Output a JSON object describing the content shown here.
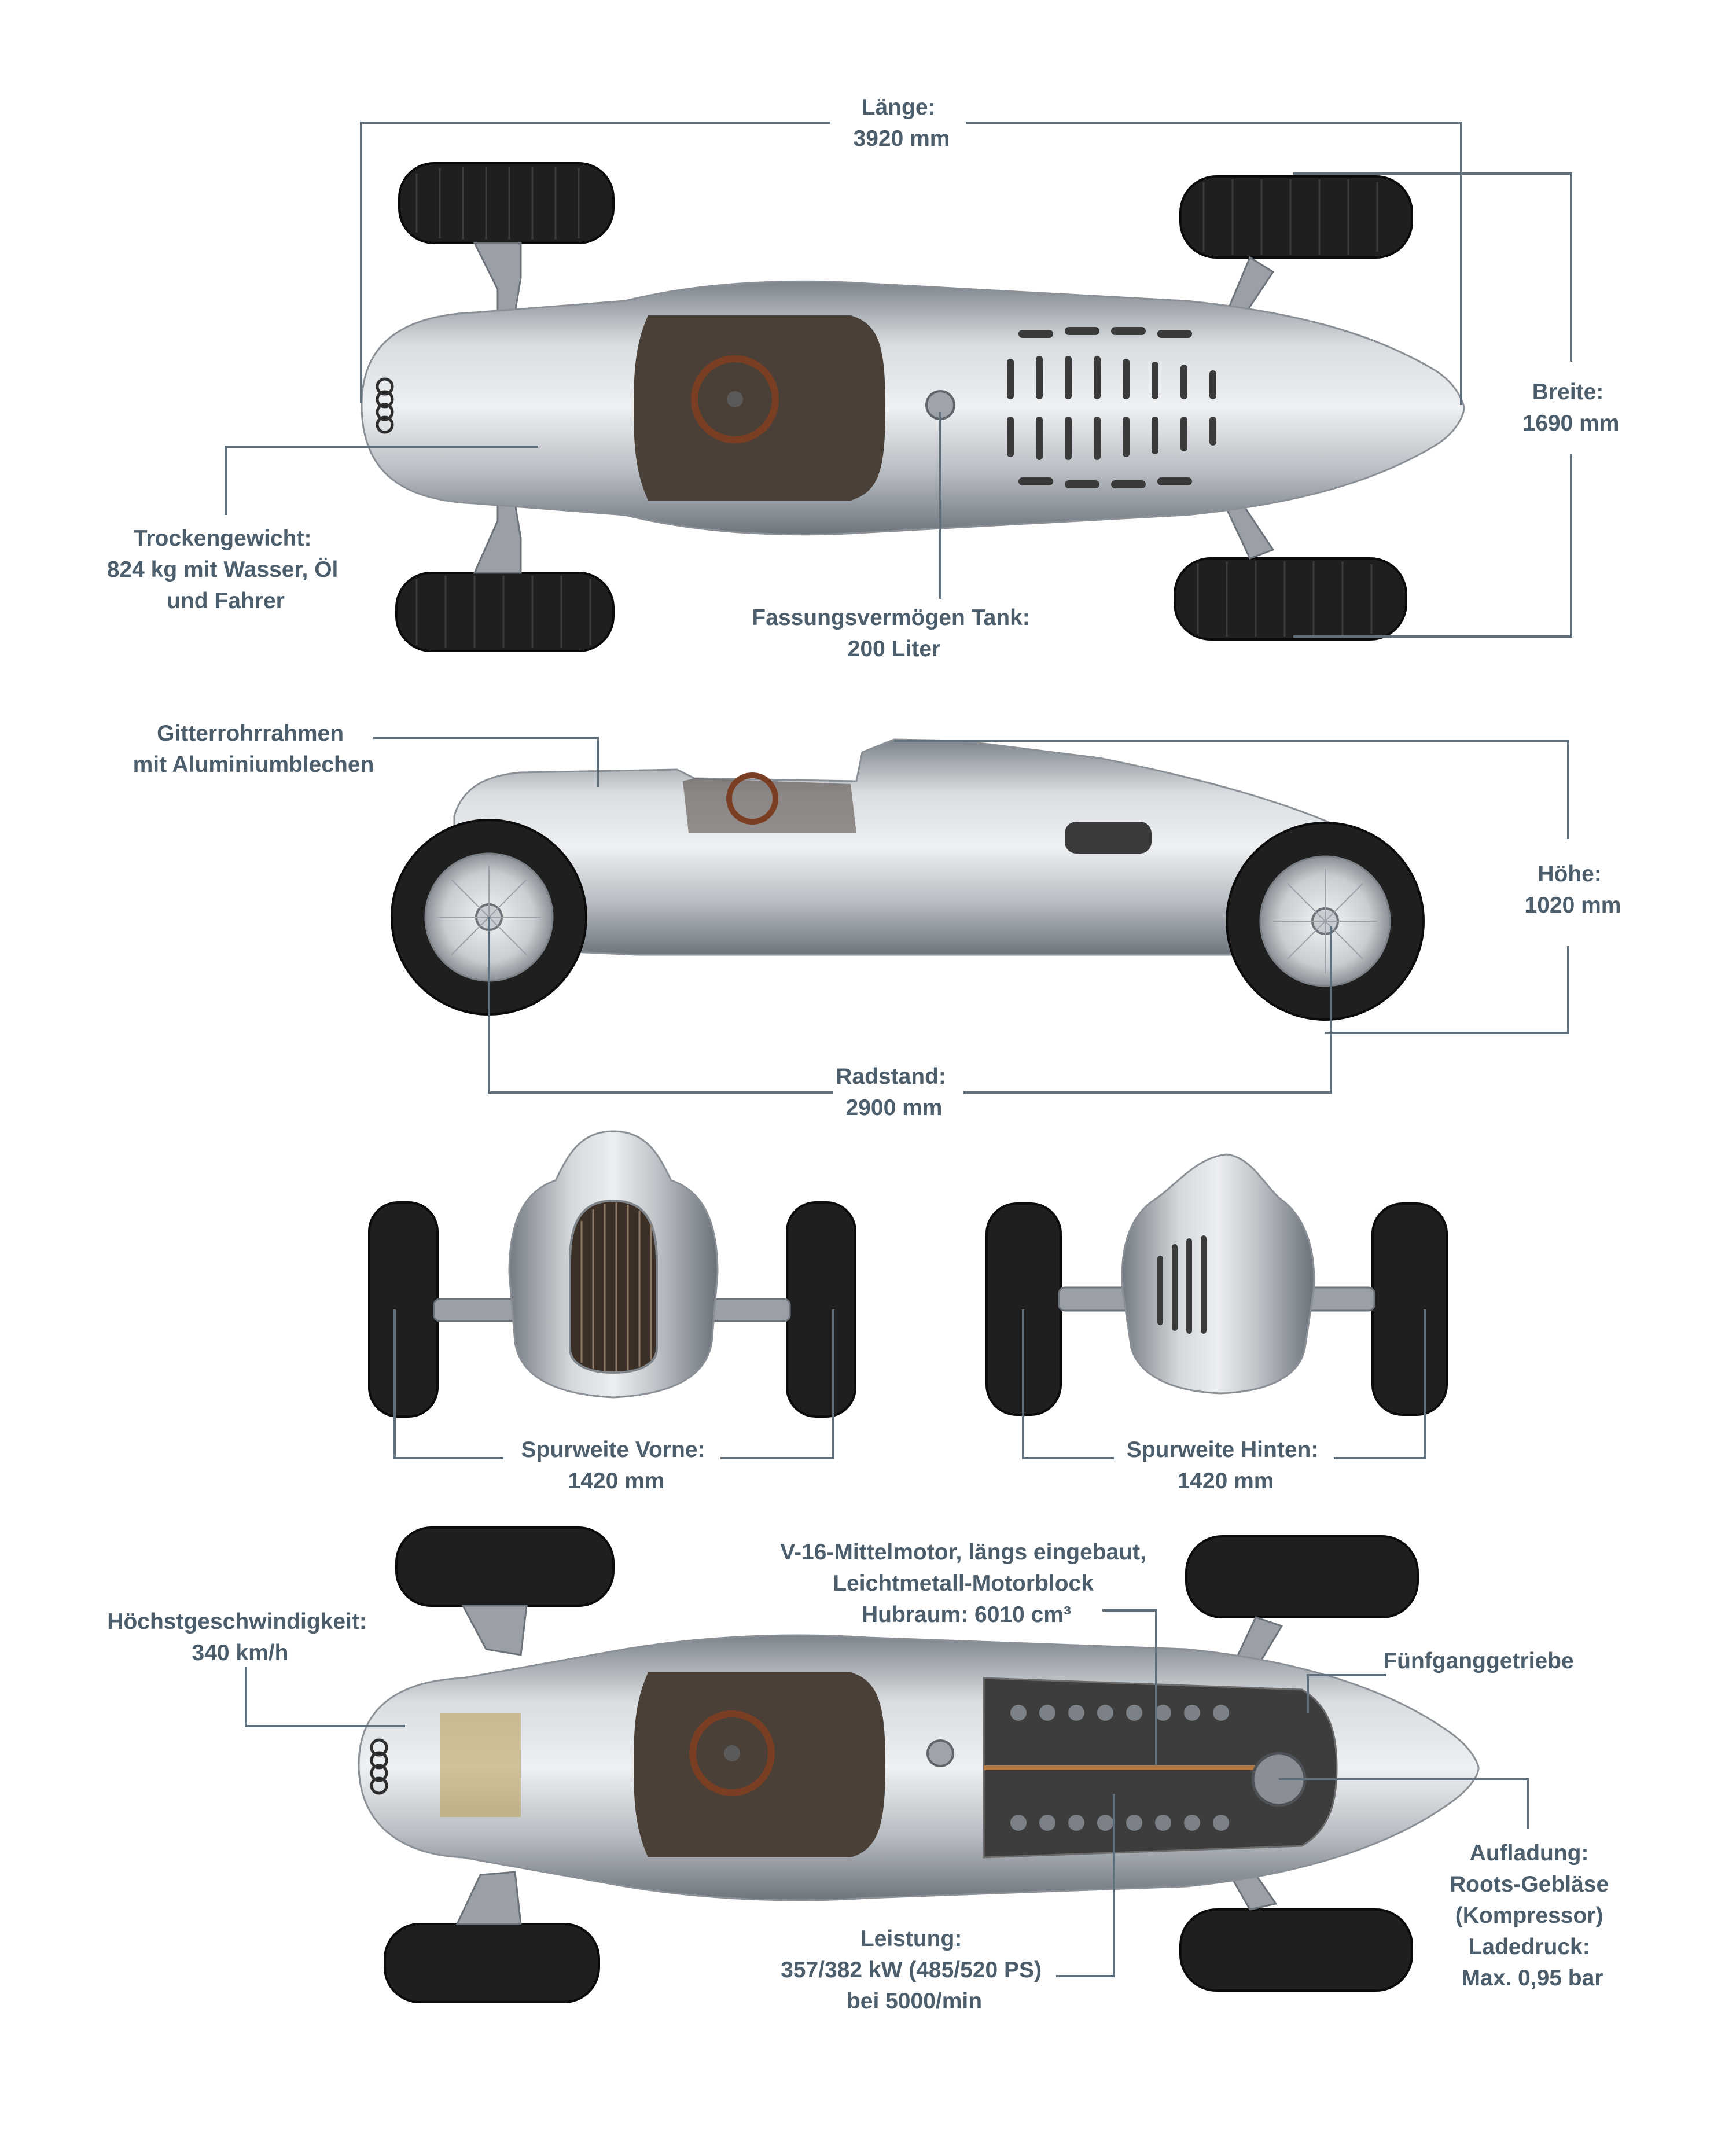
{
  "labels": {
    "laenge": [
      "Länge:",
      "3920 mm"
    ],
    "breite": [
      "Breite:",
      "1690 mm"
    ],
    "trockengewicht": [
      "Trockengewicht:",
      "824 kg mit Wasser, Öl",
      "und Fahrer"
    ],
    "tank": [
      "Fassungsvermögen Tank:",
      "200 Liter"
    ],
    "rahmen": [
      "Gitterrohrrahmen",
      "mit Aluminiumblechen"
    ],
    "hoehe": [
      "Höhe:",
      "1020 mm"
    ],
    "radstand": [
      "Radstand:",
      "2900 mm"
    ],
    "spur_vorne": [
      "Spurweite Vorne:",
      "1420 mm"
    ],
    "spur_hinten": [
      "Spurweite Hinten:",
      "1420 mm"
    ],
    "motor": [
      "V-16-Mittelmotor, längs eingebaut,",
      "Leichtmetall-Motorblock",
      "Hubraum: 6010 cm³"
    ],
    "hoechstgeschwindigkeit": [
      "Höchstgeschwindigkeit:",
      "340 km/h"
    ],
    "getriebe": [
      "Fünfganggetriebe"
    ],
    "aufladung": [
      "Aufladung:",
      "Roots-Gebläse",
      "(Kompressor)",
      "Ladedruck:",
      "Max. 0,95 bar"
    ],
    "leistung": [
      "Leistung:",
      "357/382 kW (485/520 PS)",
      "bei 5000/min"
    ]
  },
  "colors": {
    "label_text": "#4c5d6b",
    "leader_line": "#5f6f7c",
    "body_silver": "#c3c8cd",
    "tyre": "#1f1f1f"
  }
}
